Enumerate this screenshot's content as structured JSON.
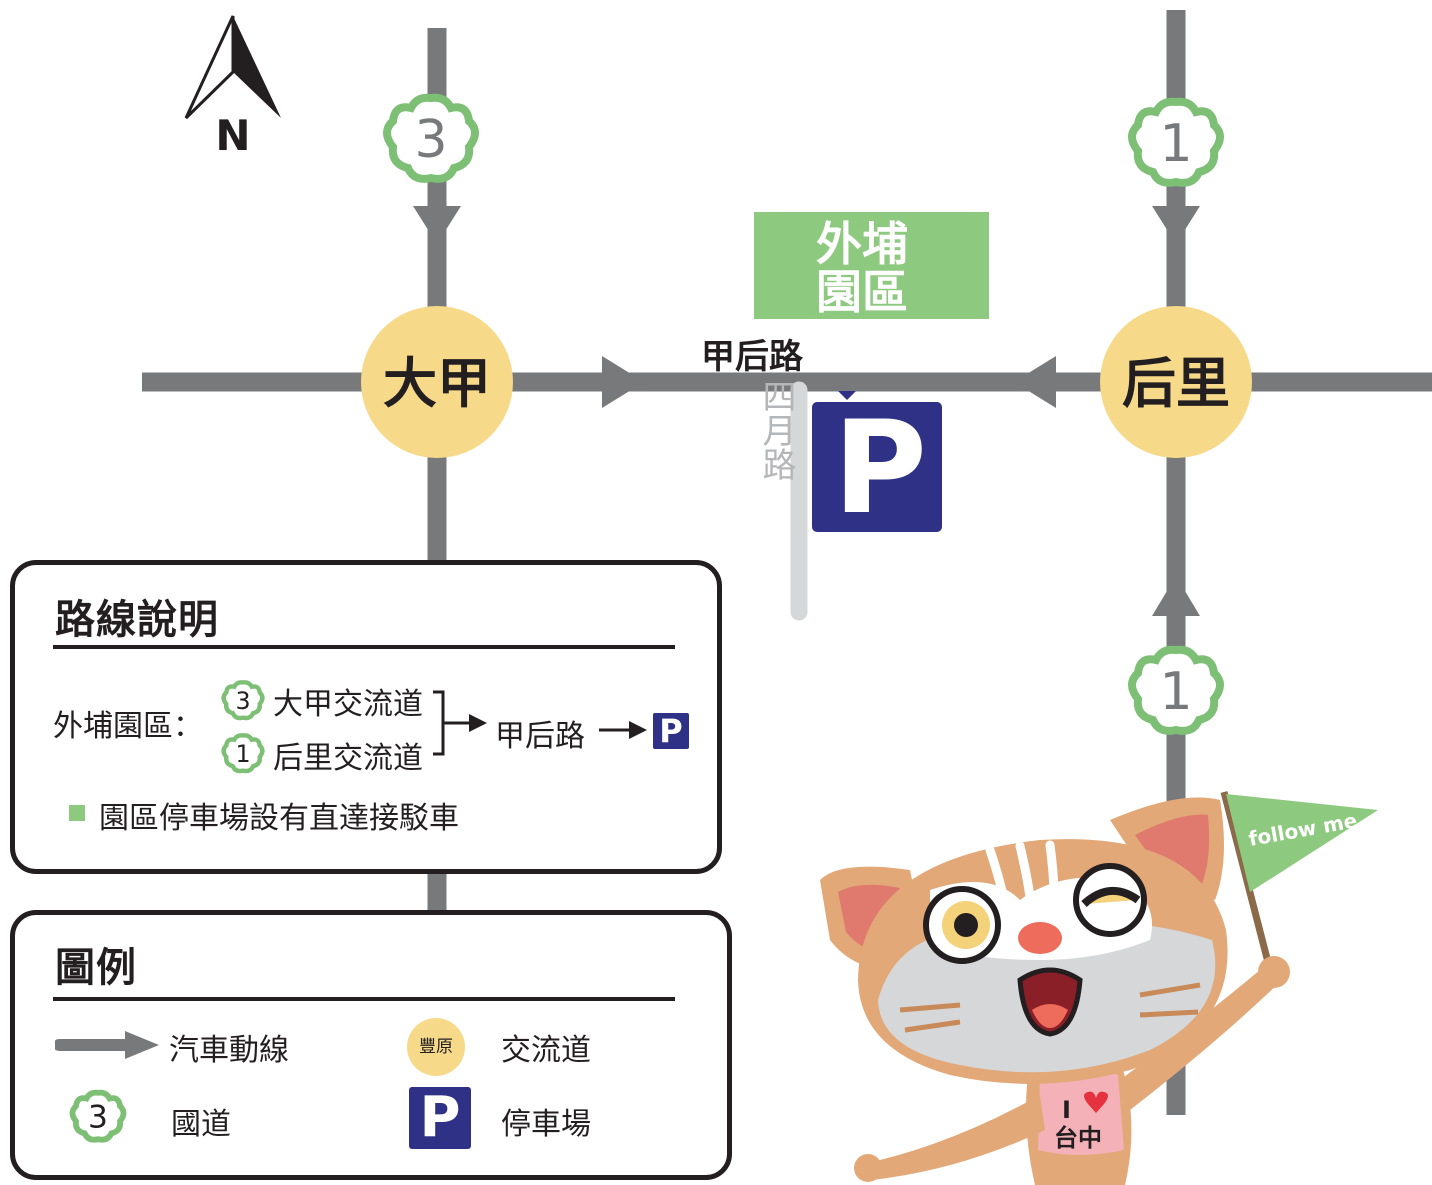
{
  "compass": {
    "label": "N"
  },
  "interchanges": [
    {
      "id": "dajia",
      "label": "大甲",
      "fill": "#f7d98a"
    },
    {
      "id": "houli",
      "label": "后里",
      "fill": "#f7d98a"
    }
  ],
  "freeway_shields": {
    "left_top": "3",
    "right_top": "1",
    "right_bottom": "1"
  },
  "roads": {
    "main": "甲后路",
    "side": "四月路"
  },
  "park_sign": {
    "line1": "外埔",
    "line2": "園區",
    "fill": "#8dc97f"
  },
  "parking_letter": "P",
  "mascot": {
    "flag_text": "follow me",
    "shirt_i": "I",
    "shirt_city": "台中"
  },
  "route_panel": {
    "title": "路線說明",
    "prefix": "外埔園區：",
    "options": [
      {
        "shield": "3",
        "label": "大甲交流道"
      },
      {
        "shield": "1",
        "label": "后里交流道"
      }
    ],
    "via": "甲后路",
    "note": "園區停車場設有直達接駁車"
  },
  "legend_panel": {
    "title": "圖例",
    "items": {
      "route_line": "汽車動線",
      "interchange_sample": "豐原",
      "interchange": "交流道",
      "freeway_shield": "3",
      "freeway": "國道",
      "parking": "停車場"
    }
  },
  "colors": {
    "road": "#77797b",
    "interchange": "#f7d98a",
    "freeway_shield": "#7cbf75",
    "park_green": "#8dc97f",
    "parking_blue": "#2e3185",
    "side_road": "#d6d7d9"
  }
}
